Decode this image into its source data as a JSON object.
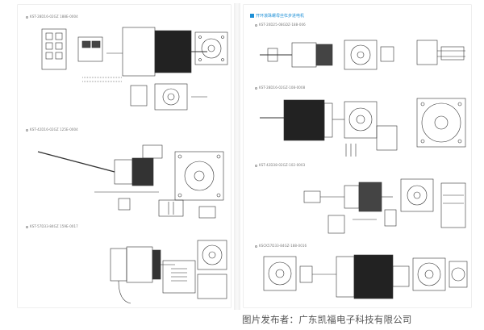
{
  "left_page": {
    "motors": [
      {
        "label": "KST-28D16-02GZ 188E-0004"
      },
      {
        "label": "KST-42D16-02GZ 125E-0004"
      },
      {
        "label": "KST-57D33-84GZ 159E-0017"
      }
    ]
  },
  "right_page": {
    "section_title": "开环滚珠螺母丝杠步进电机",
    "motors": [
      {
        "label": "KST-20D25-08GDZ-188-006"
      },
      {
        "label": "KST-28D16-02GZ-108-0008"
      },
      {
        "label": "KST-42D38-02GZ-102-0003"
      },
      {
        "label": "KSCK57D33-84GZ-188-0016"
      }
    ]
  },
  "watermark": "图片发布者：广东凯福电子科技有限公司"
}
